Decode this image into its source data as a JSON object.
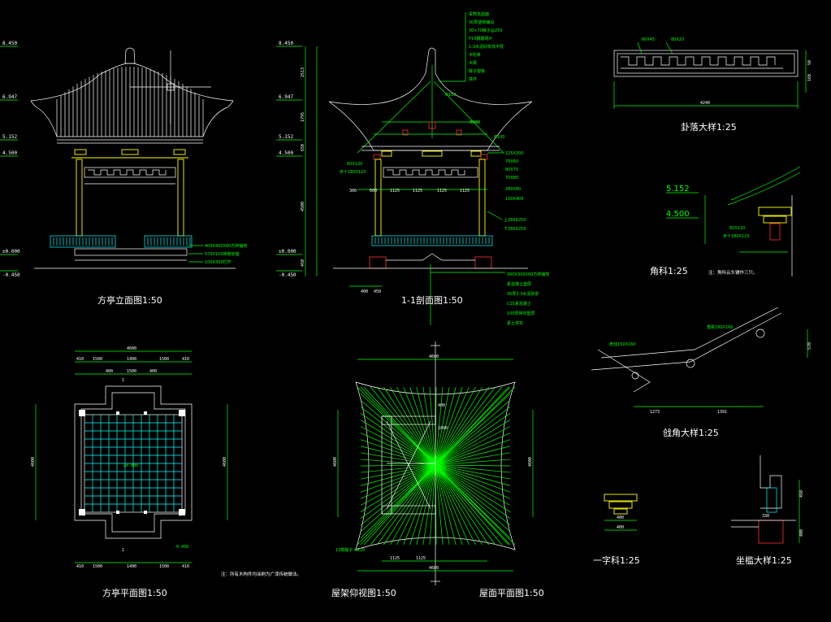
{
  "titles": {
    "elevation": "方亭立面图1:50",
    "section": "1-1剖面图1:50",
    "guaLuo": "卦落大样1:25",
    "jiaoKe": "角科1:25",
    "qiangJiao": "戗角大样1:25",
    "plan": "方亭平面图1:50",
    "roofFrame": "屋架仰视图1:50",
    "roofPlan": "屋面平面图1:50",
    "yiZiKe": "一字科1:25",
    "zuoKan": "坐槛大样1:25"
  },
  "levels": {
    "elevation": [
      "8.450",
      "6.947",
      "5.152",
      "4.500",
      "±0.000",
      "-0.450"
    ],
    "section": [
      "8.450",
      "6.947",
      "5.152",
      "4.500",
      "±0.000",
      "-0.450"
    ],
    "jiaoKe": [
      "5.152",
      "4.500"
    ],
    "plan_floor": "±0.000",
    "plan_outer": "-0.450"
  },
  "dims": {
    "plan_top": "4600",
    "plan_row2": [
      "410",
      "1500",
      "1400",
      "1500",
      "410"
    ],
    "plan_row3": [
      "400",
      "1500",
      "400"
    ],
    "plan_side": "4600",
    "plan_bottom": [
      "410",
      "1500",
      "1400",
      "1500",
      "410"
    ],
    "plan_cut": "1",
    "section_vert": [
      "2513",
      "1795",
      "650",
      "4500",
      "450"
    ],
    "section_bays": [
      "300",
      "600",
      "1125",
      "1125",
      "1125",
      "1125"
    ],
    "section_base": [
      "400",
      "450"
    ],
    "roof_top": "4600",
    "roof_side": "4600",
    "roof_bottom": [
      "1125",
      "1125"
    ],
    "roof_bottom_total": "4600",
    "roof_center": [
      "400",
      "1800"
    ],
    "gua_total": "4240",
    "gua_right": [
      "50",
      "160"
    ],
    "qiang_bottom": [
      "1273",
      "1391"
    ],
    "qiang_right": "570",
    "yizi": [
      "400",
      "400"
    ],
    "zuokan": [
      "330",
      "450",
      "400"
    ]
  },
  "callouts": {
    "elevation": [
      "400X400X60方砖铺地",
      "570X150砖砌坐槛",
      "100X300栏杆"
    ],
    "section_top": [
      "青筒瓦屋面",
      "30厚望砖铺设",
      "30×70椽子@250",
      "P10钢筋网片",
      "1:3水泥砂浆找平层",
      "木桁条",
      "木梁",
      "椽子望板",
      "铁件"
    ],
    "section_right": [
      "Φ150",
      "Φ180",
      "Φ100",
      "225X200",
      "70X60",
      "80X70",
      "70X80",
      "280X80",
      "150X400"
    ],
    "section_right2": [
      "上280X250",
      "下280X250"
    ],
    "section_left": [
      "60X120",
      "步十180X120"
    ],
    "section_base": [
      "300X300X60方砖铺地",
      "素混凝土垫层",
      "30厚1:3水泥砂浆",
      "C15素混凝土",
      "100厚碎石垫层",
      "素土夯实"
    ],
    "gua": [
      "60X45",
      "80X20"
    ],
    "jiaoKe": [
      "60X120",
      "步十180X120"
    ],
    "qiang": [
      "角梁180X160",
      "老戗150X160"
    ],
    "roofFrame": [
      "13根椽子 Φ220"
    ]
  },
  "notes": {
    "plan": "注：所有木构件均涂刷为广漆传统做法。",
    "jiaoKe": "注：角科云头铺作三只。"
  },
  "colors": {
    "bg": "#000000",
    "line": "#00ff00",
    "text": "#ffffff",
    "column": "#ffff00",
    "railing": "#00ffff",
    "base": "#ff3030"
  }
}
